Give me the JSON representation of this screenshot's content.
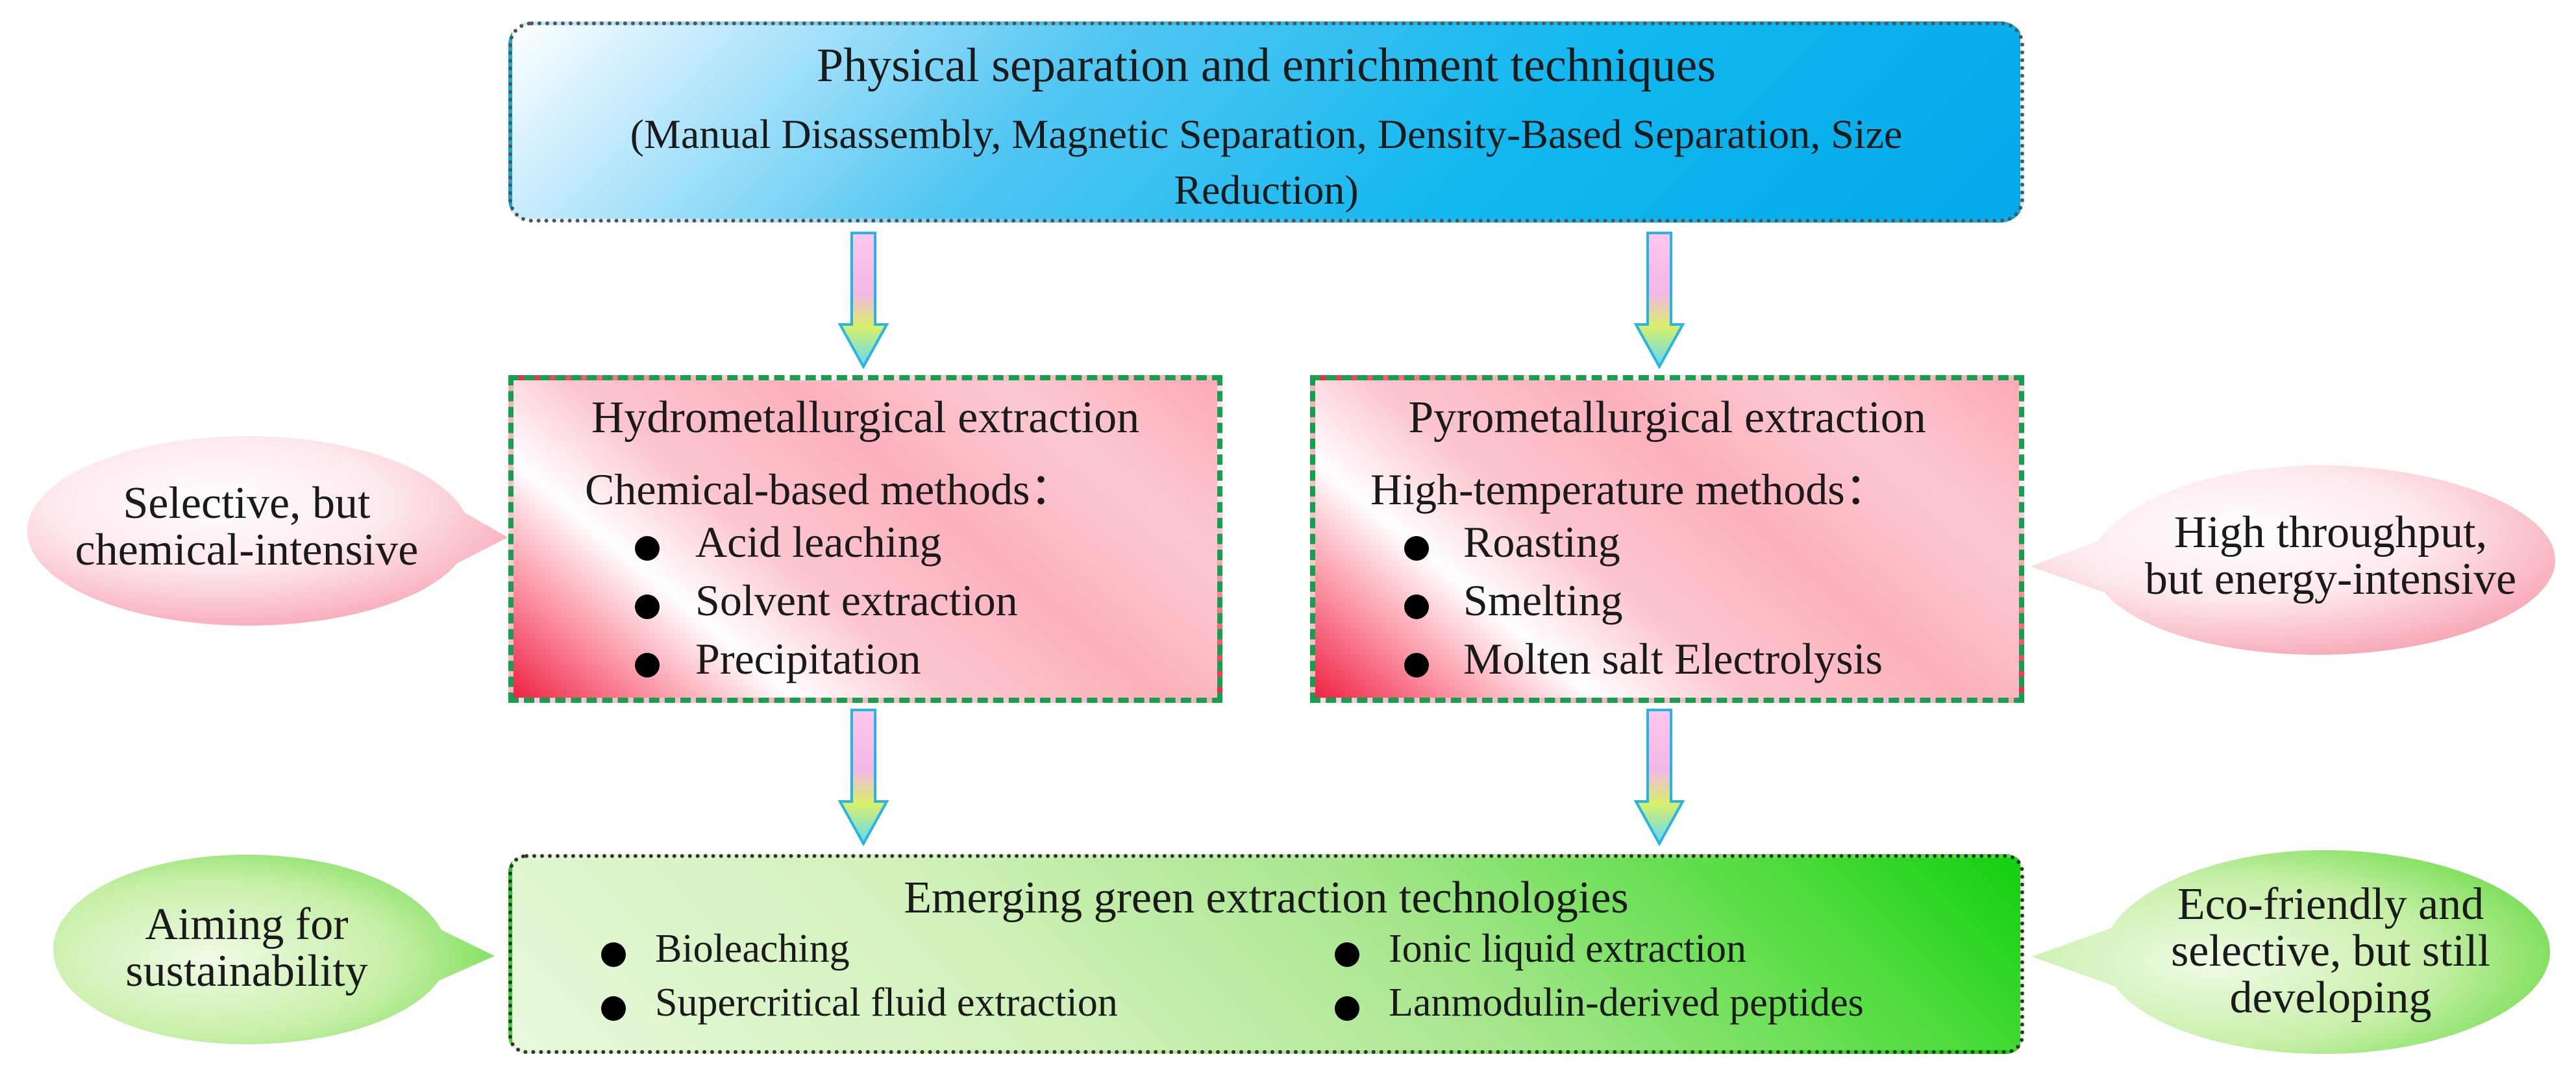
{
  "top": {
    "title": "Physical separation and enrichment techniques",
    "subtitle": "(Manual Disassembly, Magnetic Separation, Density-Based Separation, Size Reduction)"
  },
  "hydro": {
    "title": "Hydrometallurgical extraction",
    "subtitle": "Chemical-based methods：",
    "items": [
      "Acid leaching",
      "Solvent extraction",
      "Precipitation"
    ]
  },
  "pyro": {
    "title": "Pyrometallurgical extraction",
    "subtitle": "High-temperature methods：",
    "items": [
      "Roasting",
      "Smelting",
      "Molten salt Electrolysis"
    ]
  },
  "green": {
    "title": "Emerging green extraction technologies",
    "items": [
      "Bioleaching",
      "Supercritical fluid extraction",
      "Ionic liquid extraction",
      "Lanmodulin-derived peptides"
    ]
  },
  "bubbles": {
    "hydro_note": [
      "Selective, but",
      "chemical-intensive"
    ],
    "pyro_note": [
      "High throughput,",
      "but energy-intensive"
    ],
    "green_left_note": [
      "Aiming for",
      "sustainability"
    ],
    "green_right_note": [
      "Eco-friendly and",
      "selective, but still",
      "developing"
    ]
  },
  "colors": {
    "top_box": "#12b8ef",
    "mid_border": "#14a04d",
    "mid_fill": "#fbb1bd",
    "green_box": "#4fdc3c",
    "arrow_fill": "#ffc0e6",
    "arrow_stroke": "#27b5e6"
  }
}
